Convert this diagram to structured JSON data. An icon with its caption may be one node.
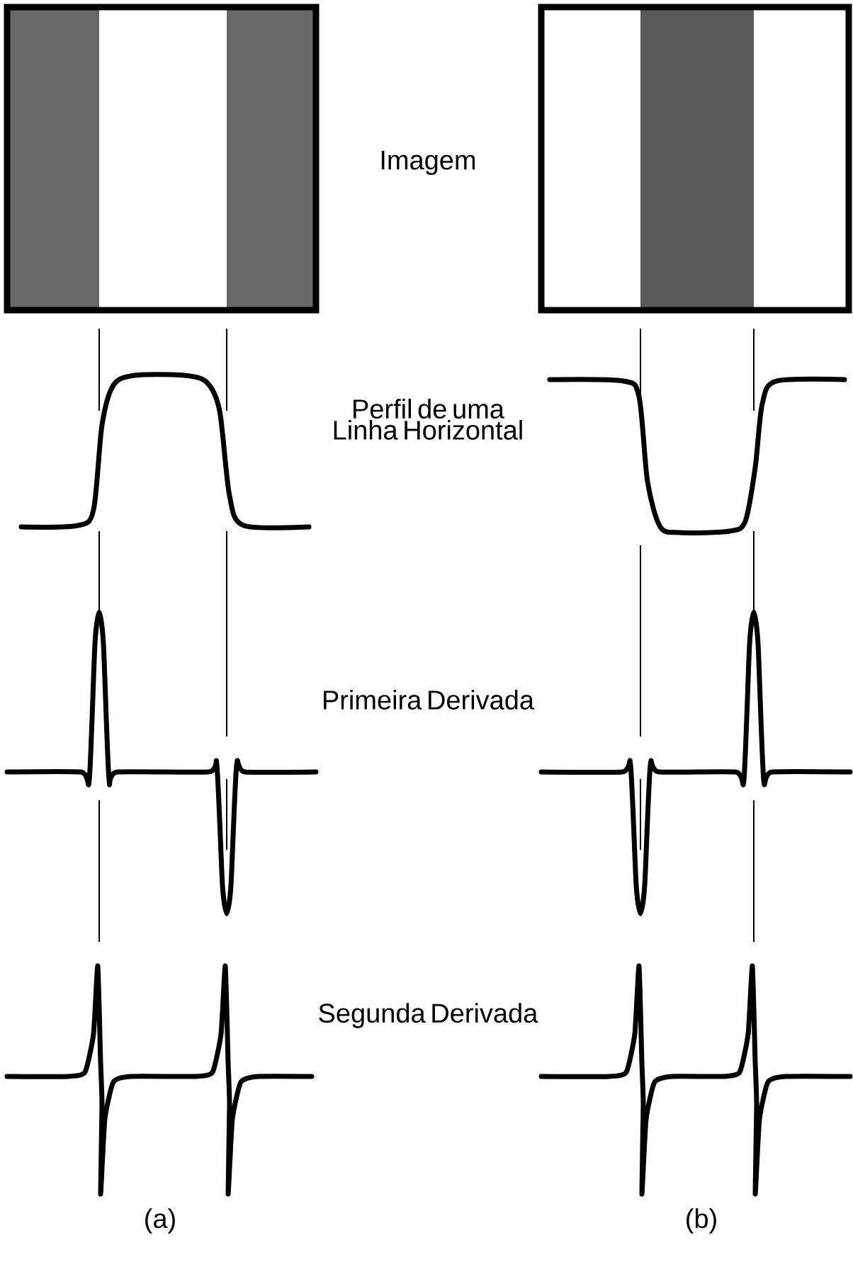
{
  "diagram": {
    "labels": [
      "Imagem",
      "Perfil de uma Linha Horizontal",
      "Primeira Derivada",
      "Segunda Derivada",
      "(a)",
      "(b)"
    ]
  }
}
